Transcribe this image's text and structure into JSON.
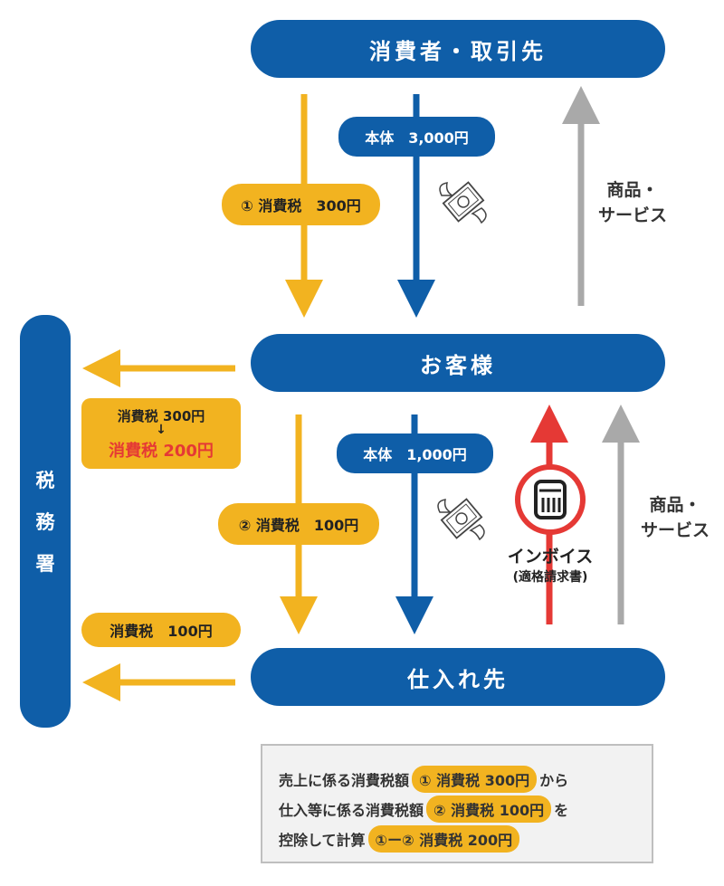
{
  "nodes": {
    "top": "消費者・取引先",
    "middle": "お客様",
    "bottom": "仕入れ先",
    "tax_office": [
      "税",
      "務",
      "署"
    ]
  },
  "upper": {
    "body_label": "本体　3,000円",
    "tax_label": "① 消費税　300円",
    "goods": [
      "商品・",
      "サービス"
    ]
  },
  "lower": {
    "body_label": "本体　1,000円",
    "tax_label": "② 消費税　100円",
    "goods": [
      "商品・",
      "サービス"
    ],
    "invoice": "インボイス",
    "invoice_sub": "(適格請求書)"
  },
  "tax_office_payments": {
    "before": "消費税 300円",
    "after": "消費税 200円",
    "supplier_tax": "消費税　100円"
  },
  "summary": {
    "line1_prefix": "売上に係る消費税額",
    "line1_highlight": "① 消費税 300円",
    "line1_suffix": "から",
    "line2_prefix": "仕入等に係る消費税額",
    "line2_highlight": "② 消費税 100円",
    "line2_suffix": "を",
    "line3_prefix": "控除して計算",
    "line3_highlight": "①ー② 消費税 200円"
  },
  "colors": {
    "blue": "#0f5ea8",
    "yellow": "#f2b320",
    "gray": "#a9a9a9",
    "red": "#e53935"
  }
}
